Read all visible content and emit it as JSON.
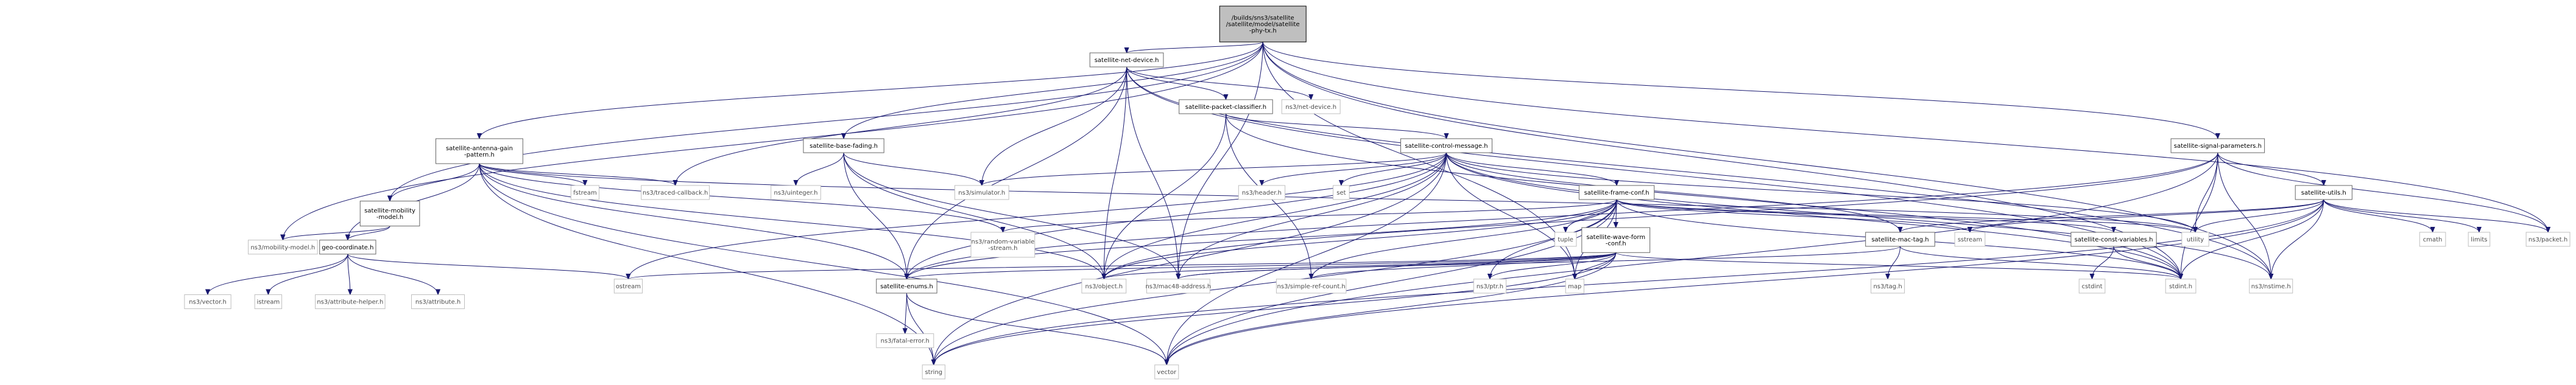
{
  "colors": {
    "edge": "#191970",
    "root_fill": "#bfbfbf",
    "border_linked": "#666666",
    "border_external": "#bfbfbf"
  },
  "nodes": [
    {
      "id": "root",
      "label": [
        "/builds/sns3/satellite",
        "/satellite/model/satellite",
        "-phy-tx.h"
      ],
      "kind": "root"
    },
    {
      "id": "netdevice",
      "label": [
        "satellite-net-device.h"
      ],
      "kind": "linked"
    },
    {
      "id": "antenna",
      "label": [
        "satellite-antenna-gain",
        "-pattern.h"
      ],
      "kind": "linked"
    },
    {
      "id": "basefading",
      "label": [
        "satellite-base-fading.h"
      ],
      "kind": "linked"
    },
    {
      "id": "classifier",
      "label": [
        "satellite-packet-classifier.h"
      ],
      "kind": "linked"
    },
    {
      "id": "ctrlmsg",
      "label": [
        "satellite-control-message.h"
      ],
      "kind": "linked"
    },
    {
      "id": "signal",
      "label": [
        "satellite-signal-parameters.h"
      ],
      "kind": "linked"
    },
    {
      "id": "mobility",
      "label": [
        "satellite-mobility",
        "-model.h"
      ],
      "kind": "linked"
    },
    {
      "id": "framecof",
      "label": [
        "satellite-frame-conf.h"
      ],
      "kind": "linked"
    },
    {
      "id": "utils",
      "label": [
        "satellite-utils.h"
      ],
      "kind": "linked"
    },
    {
      "id": "geo",
      "label": [
        "geo-coordinate.h"
      ],
      "kind": "linked"
    },
    {
      "id": "waveform",
      "label": [
        "satellite-wave-form",
        "-conf.h"
      ],
      "kind": "linked"
    },
    {
      "id": "mactag",
      "label": [
        "satellite-mac-tag.h"
      ],
      "kind": "linked"
    },
    {
      "id": "constvars",
      "label": [
        "satellite-const-variables.h"
      ],
      "kind": "linked"
    },
    {
      "id": "enums",
      "label": [
        "satellite-enums.h"
      ],
      "kind": "linked"
    },
    {
      "id": "ns3netdevice",
      "label": [
        "ns3/net-device.h"
      ],
      "kind": "ext"
    },
    {
      "id": "traced",
      "label": [
        "ns3/traced-callback.h"
      ],
      "kind": "ext"
    },
    {
      "id": "simulator",
      "label": [
        "ns3/simulator.h"
      ],
      "kind": "ext"
    },
    {
      "id": "fstream",
      "label": [
        "fstream"
      ],
      "kind": "ext"
    },
    {
      "id": "uinteger",
      "label": [
        "ns3/uinteger.h"
      ],
      "kind": "ext"
    },
    {
      "id": "header",
      "label": [
        "ns3/header.h"
      ],
      "kind": "ext"
    },
    {
      "id": "set",
      "label": [
        "set"
      ],
      "kind": "ext"
    },
    {
      "id": "mobmodel",
      "label": [
        "ns3/mobility-model.h"
      ],
      "kind": "ext"
    },
    {
      "id": "randvar",
      "label": [
        "ns3/random-variable",
        "-stream.h"
      ],
      "kind": "ext"
    },
    {
      "id": "tuple",
      "label": [
        "tuple"
      ],
      "kind": "ext"
    },
    {
      "id": "sstream",
      "label": [
        "sstream"
      ],
      "kind": "ext"
    },
    {
      "id": "utility",
      "label": [
        "utility"
      ],
      "kind": "ext"
    },
    {
      "id": "cmath",
      "label": [
        "cmath"
      ],
      "kind": "ext"
    },
    {
      "id": "limits",
      "label": [
        "limits"
      ],
      "kind": "ext"
    },
    {
      "id": "packet",
      "label": [
        "ns3/packet.h"
      ],
      "kind": "ext"
    },
    {
      "id": "vector3",
      "label": [
        "ns3/vector.h"
      ],
      "kind": "ext"
    },
    {
      "id": "istream",
      "label": [
        "istream"
      ],
      "kind": "ext"
    },
    {
      "id": "attrhelper",
      "label": [
        "ns3/attribute-helper.h"
      ],
      "kind": "ext"
    },
    {
      "id": "attribute",
      "label": [
        "ns3/attribute.h"
      ],
      "kind": "ext"
    },
    {
      "id": "ostream",
      "label": [
        "ostream"
      ],
      "kind": "ext"
    },
    {
      "id": "object",
      "label": [
        "ns3/object.h"
      ],
      "kind": "ext"
    },
    {
      "id": "mac48",
      "label": [
        "ns3/mac48-address.h"
      ],
      "kind": "ext"
    },
    {
      "id": "simpleref",
      "label": [
        "ns3/simple-ref-count.h"
      ],
      "kind": "ext"
    },
    {
      "id": "ptr",
      "label": [
        "ns3/ptr.h"
      ],
      "kind": "ext"
    },
    {
      "id": "map",
      "label": [
        "map"
      ],
      "kind": "ext"
    },
    {
      "id": "tag",
      "label": [
        "ns3/tag.h"
      ],
      "kind": "ext"
    },
    {
      "id": "cstdint",
      "label": [
        "cstdint"
      ],
      "kind": "ext"
    },
    {
      "id": "stdint",
      "label": [
        "stdint.h"
      ],
      "kind": "ext"
    },
    {
      "id": "nstime",
      "label": [
        "ns3/nstime.h"
      ],
      "kind": "ext"
    },
    {
      "id": "fatal",
      "label": [
        "ns3/fatal-error.h"
      ],
      "kind": "ext"
    },
    {
      "id": "string",
      "label": [
        "string"
      ],
      "kind": "ext"
    },
    {
      "id": "vector",
      "label": [
        "vector"
      ],
      "kind": "ext"
    }
  ],
  "edges": [
    [
      "root",
      "netdevice"
    ],
    [
      "root",
      "antenna"
    ],
    [
      "root",
      "basefading"
    ],
    [
      "root",
      "signal"
    ],
    [
      "root",
      "mobility"
    ],
    [
      "root",
      "mac48"
    ],
    [
      "root",
      "map"
    ],
    [
      "root",
      "packet"
    ],
    [
      "root",
      "stdint"
    ],
    [
      "root",
      "nstime"
    ],
    [
      "root",
      "mobmodel"
    ],
    [
      "netdevice",
      "ns3netdevice"
    ],
    [
      "netdevice",
      "classifier"
    ],
    [
      "netdevice",
      "traced"
    ],
    [
      "netdevice",
      "simulator"
    ],
    [
      "netdevice",
      "mac48"
    ],
    [
      "netdevice",
      "stdint"
    ],
    [
      "netdevice",
      "enums"
    ],
    [
      "netdevice",
      "object"
    ],
    [
      "netdevice",
      "nstime"
    ],
    [
      "classifier",
      "ctrlmsg"
    ],
    [
      "classifier",
      "simpleref"
    ],
    [
      "classifier",
      "object"
    ],
    [
      "classifier",
      "stdint"
    ],
    [
      "antenna",
      "mobility"
    ],
    [
      "antenna",
      "geo"
    ],
    [
      "antenna",
      "fstream"
    ],
    [
      "antenna",
      "traced"
    ],
    [
      "antenna",
      "randvar"
    ],
    [
      "antenna",
      "enums"
    ],
    [
      "antenna",
      "object"
    ],
    [
      "antenna",
      "string"
    ],
    [
      "antenna",
      "vector"
    ],
    [
      "antenna",
      "utility"
    ],
    [
      "basefading",
      "uinteger"
    ],
    [
      "basefading",
      "simulator"
    ],
    [
      "basefading",
      "enums"
    ],
    [
      "basefading",
      "object"
    ],
    [
      "basefading",
      "mac48"
    ],
    [
      "ctrlmsg",
      "framecof"
    ],
    [
      "ctrlmsg",
      "simulator"
    ],
    [
      "ctrlmsg",
      "header"
    ],
    [
      "ctrlmsg",
      "set"
    ],
    [
      "ctrlmsg",
      "mactag"
    ],
    [
      "ctrlmsg",
      "enums"
    ],
    [
      "ctrlmsg",
      "object"
    ],
    [
      "ctrlmsg",
      "mac48"
    ],
    [
      "ctrlmsg",
      "map"
    ],
    [
      "ctrlmsg",
      "utility"
    ],
    [
      "ctrlmsg",
      "stdint"
    ],
    [
      "ctrlmsg",
      "nstime"
    ],
    [
      "ctrlmsg",
      "ostream"
    ],
    [
      "ctrlmsg",
      "vector"
    ],
    [
      "ctrlmsg",
      "string"
    ],
    [
      "signal",
      "utils"
    ],
    [
      "signal",
      "enums"
    ],
    [
      "signal",
      "stdint"
    ],
    [
      "signal",
      "nstime"
    ],
    [
      "signal",
      "packet"
    ],
    [
      "signal",
      "vector"
    ],
    [
      "signal",
      "utility"
    ],
    [
      "signal",
      "object"
    ],
    [
      "mobility",
      "mobmodel"
    ],
    [
      "mobility",
      "geo"
    ],
    [
      "geo",
      "vector3"
    ],
    [
      "geo",
      "istream"
    ],
    [
      "geo",
      "attrhelper"
    ],
    [
      "geo",
      "attribute"
    ],
    [
      "geo",
      "ostream"
    ],
    [
      "framecof",
      "waveform"
    ],
    [
      "framecof",
      "constvars"
    ],
    [
      "framecof",
      "randvar"
    ],
    [
      "framecof",
      "tuple"
    ],
    [
      "framecof",
      "sstream"
    ],
    [
      "framecof",
      "utility"
    ],
    [
      "framecof",
      "enums"
    ],
    [
      "framecof",
      "object"
    ],
    [
      "framecof",
      "map"
    ],
    [
      "framecof",
      "ptr"
    ],
    [
      "framecof",
      "stdint"
    ],
    [
      "framecof",
      "vector"
    ],
    [
      "framecof",
      "string"
    ],
    [
      "framecof",
      "simpleref"
    ],
    [
      "utils",
      "mactag"
    ],
    [
      "utils",
      "cmath"
    ],
    [
      "utils",
      "limits"
    ],
    [
      "utils",
      "sstream"
    ],
    [
      "utils",
      "utility"
    ],
    [
      "utils",
      "packet"
    ],
    [
      "utils",
      "stdint"
    ],
    [
      "utils",
      "vector"
    ],
    [
      "utils",
      "string"
    ],
    [
      "utils",
      "nstime"
    ],
    [
      "waveform",
      "enums"
    ],
    [
      "waveform",
      "mac48"
    ],
    [
      "waveform",
      "simpleref"
    ],
    [
      "waveform",
      "ptr"
    ],
    [
      "waveform",
      "map"
    ],
    [
      "waveform",
      "stdint"
    ],
    [
      "waveform",
      "ostream"
    ],
    [
      "waveform",
      "vector"
    ],
    [
      "waveform",
      "string"
    ],
    [
      "waveform",
      "object"
    ],
    [
      "mactag",
      "tag"
    ],
    [
      "mactag",
      "mac48"
    ],
    [
      "mactag",
      "stdint"
    ],
    [
      "constvars",
      "cstdint"
    ],
    [
      "constvars",
      "stdint"
    ],
    [
      "enums",
      "fatal"
    ],
    [
      "enums",
      "string"
    ],
    [
      "enums",
      "vector"
    ]
  ]
}
